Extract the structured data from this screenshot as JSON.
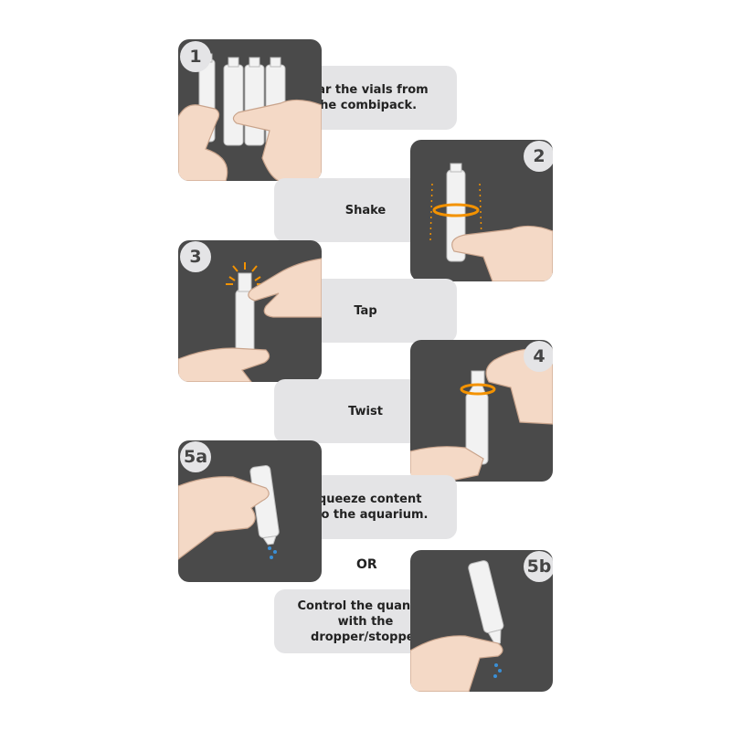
{
  "steps": [
    {
      "badge": "1",
      "caption": "Tear the vials from\nthe combipack.",
      "icon": "tear-vials"
    },
    {
      "badge": "2",
      "caption": "Shake",
      "icon": "shake-vial"
    },
    {
      "badge": "3",
      "caption": "Tap",
      "icon": "tap-vial"
    },
    {
      "badge": "4",
      "caption": "Twist",
      "icon": "twist-cap"
    },
    {
      "badge": "5a",
      "caption": "Squeeze content\ninto the aquarium.",
      "icon": "squeeze-vial"
    },
    {
      "badge": "5b",
      "caption": "Control the quantity\nwith the\ndropper/stopper",
      "icon": "dropper-vial"
    }
  ],
  "or_text": "OR",
  "colors": {
    "panel": "#4a4a4a",
    "caption_bg": "#e4e4e6",
    "accent": "#f39200",
    "drop": "#3a8fd6",
    "skin": "#f4d9c6"
  }
}
